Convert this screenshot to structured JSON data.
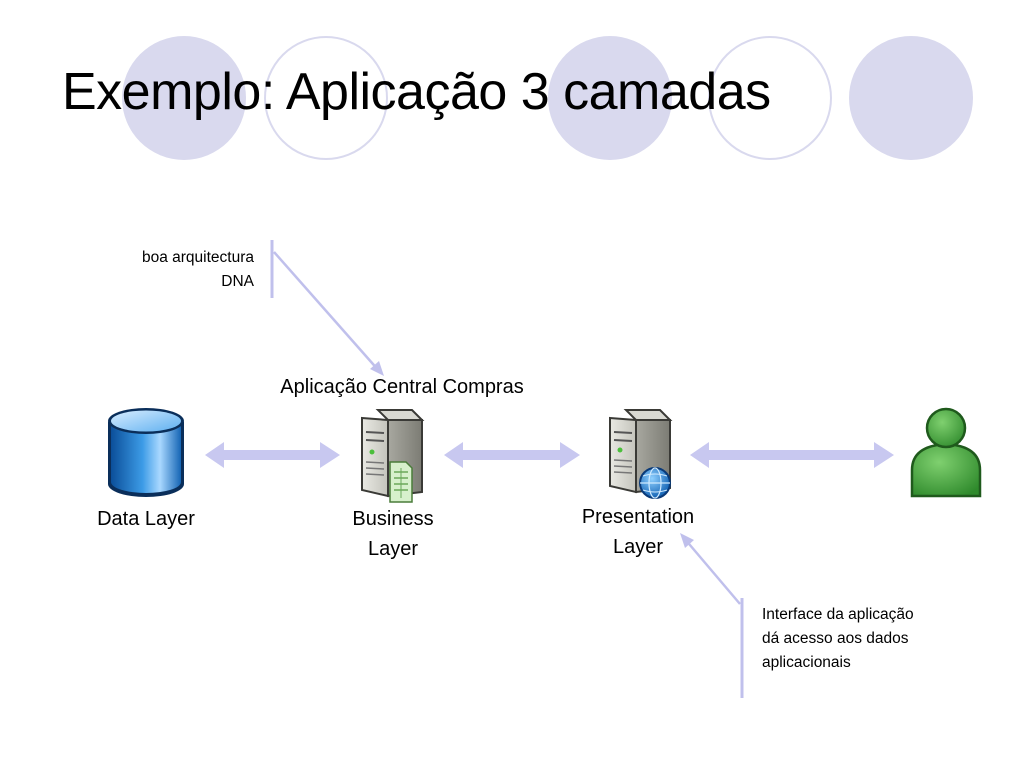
{
  "slide": {
    "title": "Exemplo: Aplicação 3 camadas"
  },
  "diagram": {
    "callout_top": {
      "line1": "boa arquitectura",
      "line2": "DNA"
    },
    "central_label": "Aplicação Central Compras",
    "nodes": {
      "data": {
        "label": "Data Layer",
        "icon": "database-icon"
      },
      "business": {
        "label_line1": "Business",
        "label_line2": "Layer",
        "icon": "server-document-icon"
      },
      "presentation": {
        "label_line1": "Presentation",
        "label_line2": "Layer",
        "icon": "server-globe-icon"
      },
      "user": {
        "icon": "user-icon"
      }
    },
    "callout_bottom": {
      "line1": "Interface da aplicação",
      "line2": "dá acesso aos dados",
      "line3": "aplicacionais"
    },
    "colors": {
      "decor_circle": "#d9d9ee",
      "arrow": "#c8c8f0",
      "callout_line": "#c0c0ec",
      "database_blue": "#1a6fc0",
      "user_green": "#3f9a3a"
    }
  }
}
